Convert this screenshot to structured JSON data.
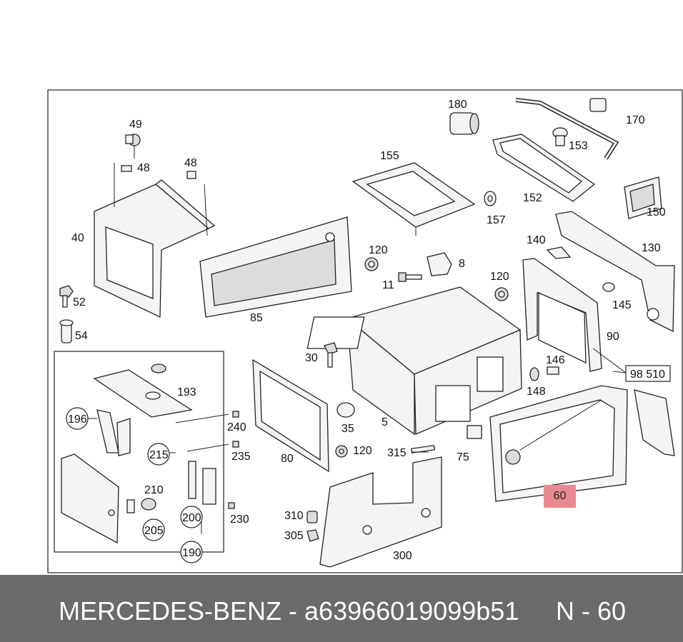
{
  "callouts": {
    "c49": "49",
    "c48a": "48",
    "c48b": "48",
    "c40": "40",
    "c52": "52",
    "c54": "54",
    "c85": "85",
    "c155": "155",
    "c180": "180",
    "c170": "170",
    "c153": "153",
    "c152": "152",
    "c157": "157",
    "c150": "150",
    "c140": "140",
    "c130": "130",
    "c120a": "120",
    "c8": "8",
    "c11": "11",
    "c120b": "120",
    "c145": "145",
    "c90": "90",
    "c30": "30",
    "c146": "146",
    "c148": "148",
    "c98510": "98 510",
    "c5": "5",
    "c35": "35",
    "c120c": "120",
    "c75": "75",
    "c315": "315",
    "c80": "80",
    "c193": "193",
    "c196": "196",
    "c240": "240",
    "c215": "215",
    "c235": "235",
    "c210": "210",
    "c200": "200",
    "c230": "230",
    "c205": "205",
    "c190": "190",
    "c310": "310",
    "c305": "305",
    "c300": "300",
    "c60": "60"
  },
  "footer": {
    "brand_part": "MERCEDES-BENZ - a63966019099b51",
    "page_ref": "N - 60"
  },
  "colors": {
    "footer_bg": "#6a6a6a",
    "highlight": "#e88a8e"
  }
}
